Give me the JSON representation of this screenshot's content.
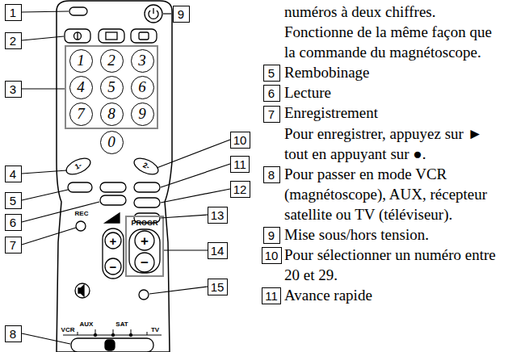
{
  "diagram": {
    "nodes": [
      {
        "text": [
          "1"
        ]
      },
      {
        "text": [
          "2"
        ]
      },
      {
        "text": [
          "3"
        ]
      },
      {
        "text": [
          "4"
        ]
      },
      {
        "text": [
          "5"
        ]
      },
      {
        "text": [
          "6"
        ]
      },
      {
        "text": [
          "7"
        ]
      },
      {
        "text": [
          "8"
        ]
      },
      {
        "text": [
          "9"
        ]
      },
      {
        "text": [
          "10"
        ]
      },
      {
        "text": [
          "11"
        ]
      },
      {
        "text": [
          "12"
        ]
      },
      {
        "text": [
          "13"
        ]
      },
      {
        "text": [
          "14"
        ]
      },
      {
        "text": [
          "15"
        ]
      },
      {
        "text": [
          "1"
        ]
      },
      {
        "text": [
          "2"
        ]
      },
      {
        "text": [
          "3"
        ]
      },
      {
        "text": [
          "4"
        ]
      },
      {
        "text": [
          "5"
        ]
      },
      {
        "text": [
          "6"
        ]
      },
      {
        "text": [
          "7"
        ]
      },
      {
        "text": [
          "8"
        ]
      },
      {
        "text": [
          "9"
        ]
      },
      {
        "text": [
          "0"
        ]
      },
      {
        "text": [
          "5"
        ]
      },
      {
        "text": [
          "6"
        ]
      },
      {
        "text": [
          "7"
        ]
      },
      {
        "text": [
          "8"
        ]
      },
      {
        "text": [
          "9"
        ]
      },
      {
        "text": [
          "10"
        ]
      },
      {
        "text": [
          "11"
        ]
      }
    ],
    "labels": [
      "numéros à deux chiffres. Fonctionne de la même façon que la commande du magnétoscope.",
      "Rembobinage",
      "Lecture",
      "Enregistrement",
      "Pour enregistrer, appuyez sur ► tout en appuyant sur ●.",
      "Pour passer en mode VCR (magnétoscope), AUX, récepteur satellite ou TV (téléviseur).",
      "Mise sous/hors tension.",
      "Pour sélectionner un numéro entre 20 et 29.",
      "Avance rapide",
      "1-",
      "2-",
      "REC",
      "+",
      "−",
      "PROGR",
      "+",
      "−",
      "AUX",
      "VCR",
      "SAT",
      "TV"
    ]
  }
}
